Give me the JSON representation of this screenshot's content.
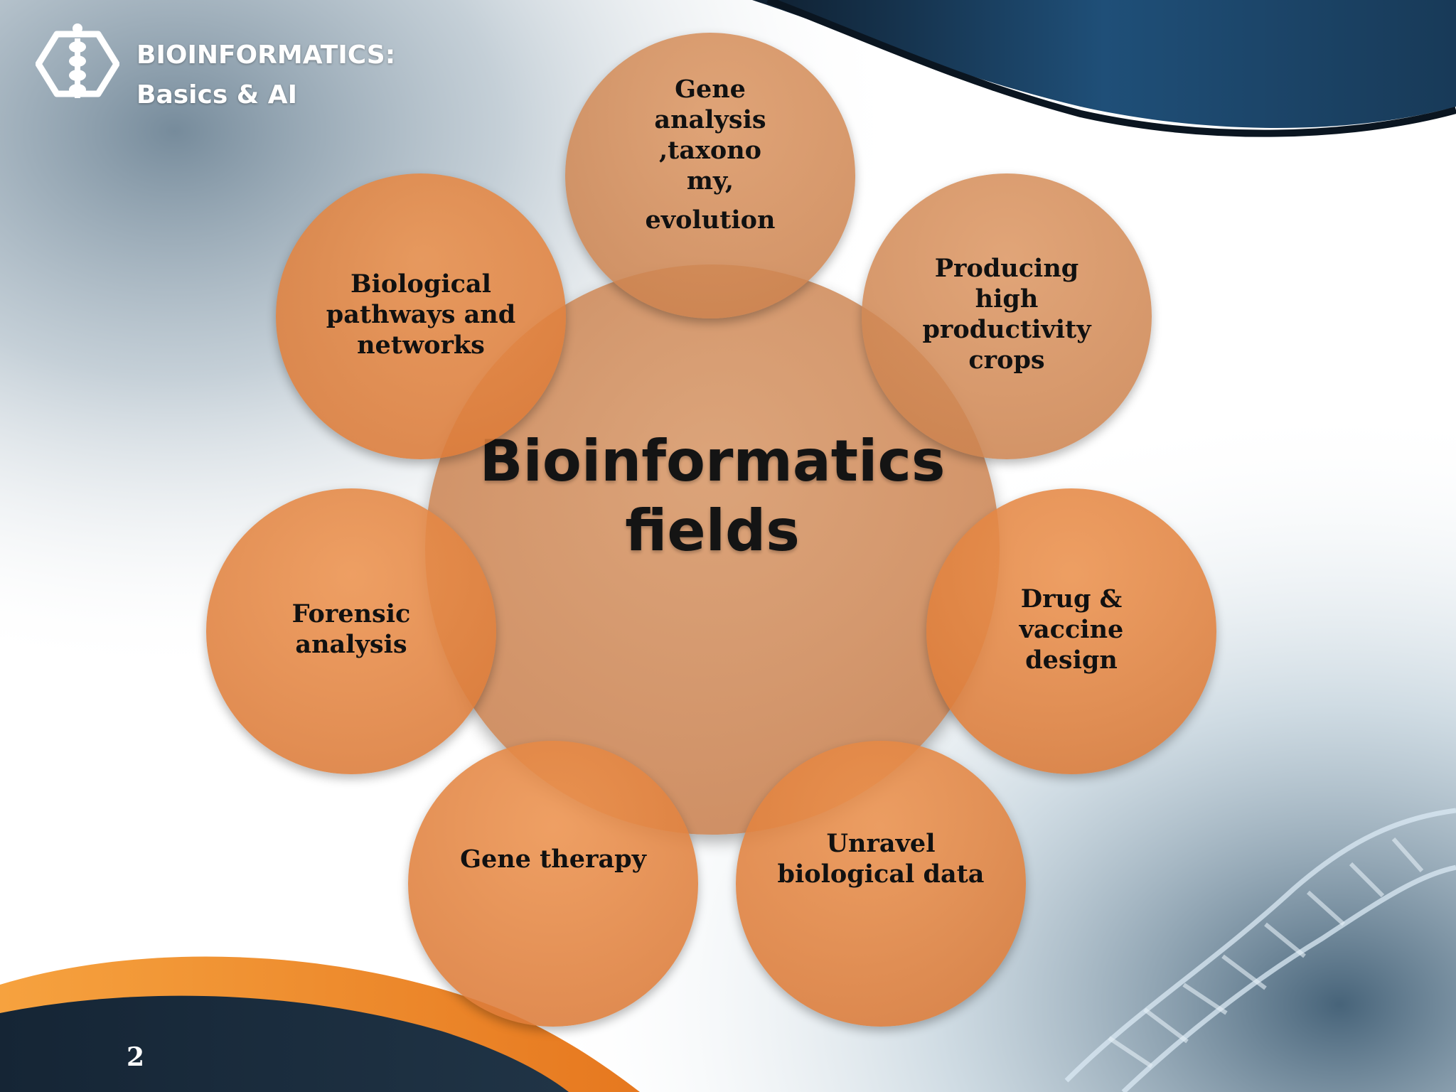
{
  "header": {
    "title_line1": "BIOINFORMATICS:",
    "title_line2": "Basics & AI",
    "logo_icon": "dna-hexagon-logo-icon"
  },
  "diagram": {
    "center": {
      "line1": "Bioinformatics",
      "line2": "fields"
    },
    "nodes": [
      {
        "id": "top",
        "lines": [
          "Gene",
          "analysis ,taxono",
          "my,"
        ],
        "extra_line": "evolution"
      },
      {
        "id": "top-right",
        "lines": [
          "Producing high",
          "productivity",
          "crops"
        ]
      },
      {
        "id": "top-left",
        "lines": [
          "Biological",
          "pathways and",
          "networks"
        ]
      },
      {
        "id": "right",
        "lines": [
          "Drug & vaccine",
          "design"
        ]
      },
      {
        "id": "left",
        "lines": [
          "Forensic",
          "analysis"
        ]
      },
      {
        "id": "bottom-left",
        "lines": [
          "Gene therapy"
        ]
      },
      {
        "id": "bottom-right",
        "lines": [
          "Unravel",
          "biological data"
        ]
      }
    ]
  },
  "footer": {
    "page_number": "2"
  },
  "colors": {
    "circle_orange": "#E3874A",
    "circle_center": "#CF8B5E",
    "dark_navy": "#1B2B3C",
    "accent_orange": "#F08A2C"
  }
}
